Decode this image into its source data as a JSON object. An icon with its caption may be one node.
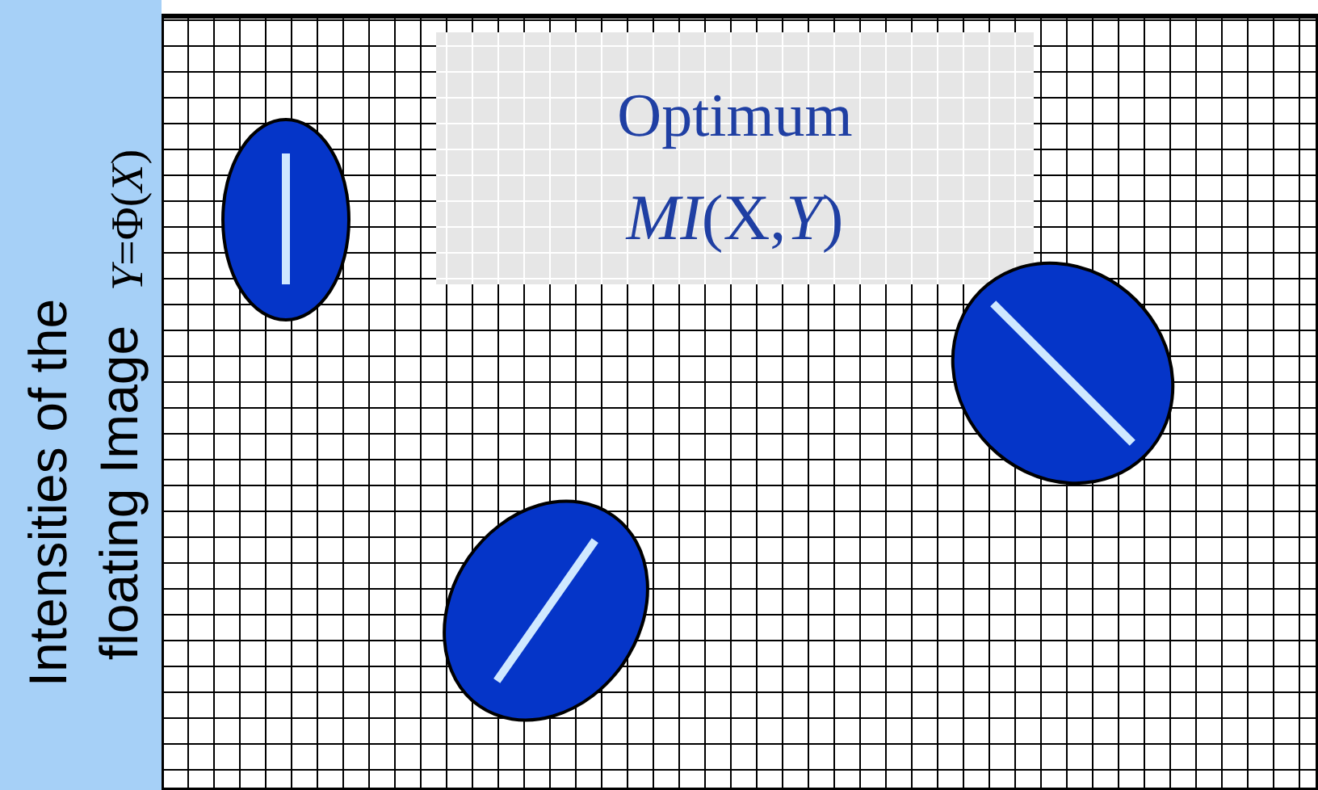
{
  "diagram": {
    "labels": [
      "Optimum",
      "*MI*(X,*Y*)",
      "Intensities of the floating Image",
      "*Y*=Φ(*X*)"
    ]
  }
}
